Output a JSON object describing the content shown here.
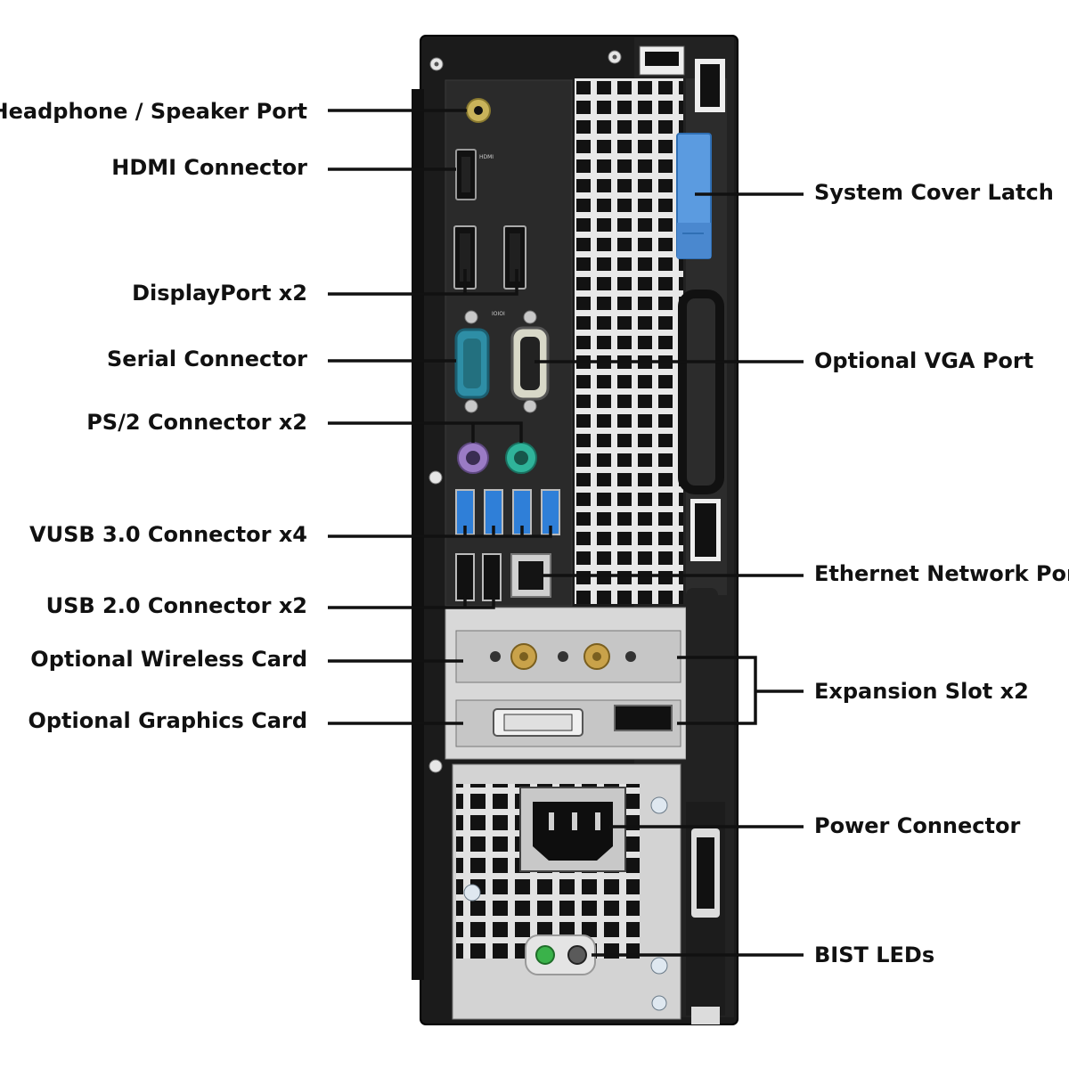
{
  "left_labels": [
    {
      "id": "headphone",
      "text": "Headphone / Speaker Port"
    },
    {
      "id": "hdmi",
      "text": "HDMI Connector"
    },
    {
      "id": "displayport",
      "text": "DisplayPort x2"
    },
    {
      "id": "serial",
      "text": "Serial Connector"
    },
    {
      "id": "ps2",
      "text": "PS/2 Connector x2"
    },
    {
      "id": "usb3",
      "text": "VUSB 3.0 Connector x4"
    },
    {
      "id": "usb2",
      "text": "USB 2.0 Connector x2"
    },
    {
      "id": "wireless",
      "text": "Optional Wireless Card"
    },
    {
      "id": "graphics",
      "text": "Optional Graphics Card"
    }
  ],
  "right_labels": [
    {
      "id": "cover-latch",
      "text": "System Cover Latch"
    },
    {
      "id": "vga",
      "text": "Optional VGA Port"
    },
    {
      "id": "ethernet",
      "text": "Ethernet Network Port"
    },
    {
      "id": "expansion",
      "text": "Expansion Slot x2"
    },
    {
      "id": "power",
      "text": "Power Connector"
    },
    {
      "id": "bist",
      "text": "BIST LEDs"
    }
  ],
  "panel_marks": {
    "hdmi": "HDMI",
    "serial": "IOIOI"
  },
  "colors": {
    "chassis": "#1b1b1b",
    "io_plate": "#2a2a2a",
    "sheet_metal": "#d6d6d6",
    "latch_blue": "#5b9be0",
    "usb3_blue": "#2f7fd8",
    "ps2_mouse": "#9a7bc4",
    "ps2_keyboard": "#2fb39a",
    "serial_teal": "#2e8ea6",
    "led_green": "#3ab24a",
    "gold": "#c9a24a"
  }
}
